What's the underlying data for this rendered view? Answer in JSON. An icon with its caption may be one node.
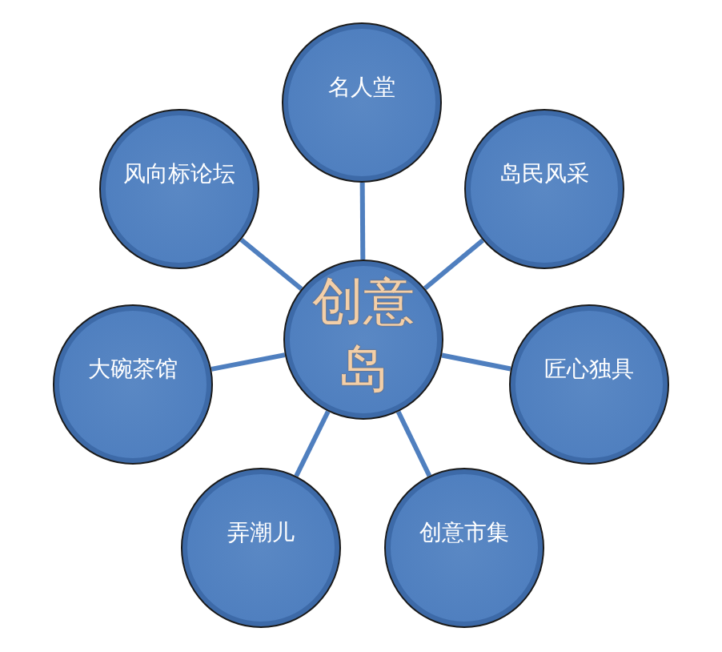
{
  "diagram": {
    "nodes": [
      {
        "text": [
          "名人堂"
        ]
      },
      {
        "text": [
          "风向标论坛"
        ]
      },
      {
        "text": [
          "岛民风采"
        ]
      },
      {
        "text": [
          "创意岛"
        ]
      },
      {
        "text": [
          "大碗茶馆"
        ]
      },
      {
        "text": [
          "匠心独具"
        ]
      },
      {
        "text": [
          "弄潮儿"
        ]
      },
      {
        "text": [
          "创意市集"
        ]
      }
    ],
    "edges": [
      {
        "from": 3,
        "to": 0,
        "arrow": "none"
      },
      {
        "from": 3,
        "to": 1,
        "arrow": "none"
      },
      {
        "from": 3,
        "to": 2,
        "arrow": "none"
      },
      {
        "from": 3,
        "to": 4,
        "arrow": "none"
      },
      {
        "from": 3,
        "to": 5,
        "arrow": "none"
      },
      {
        "from": 3,
        "to": 6,
        "arrow": "none"
      },
      {
        "from": 3,
        "to": 7,
        "arrow": "none"
      }
    ]
  }
}
